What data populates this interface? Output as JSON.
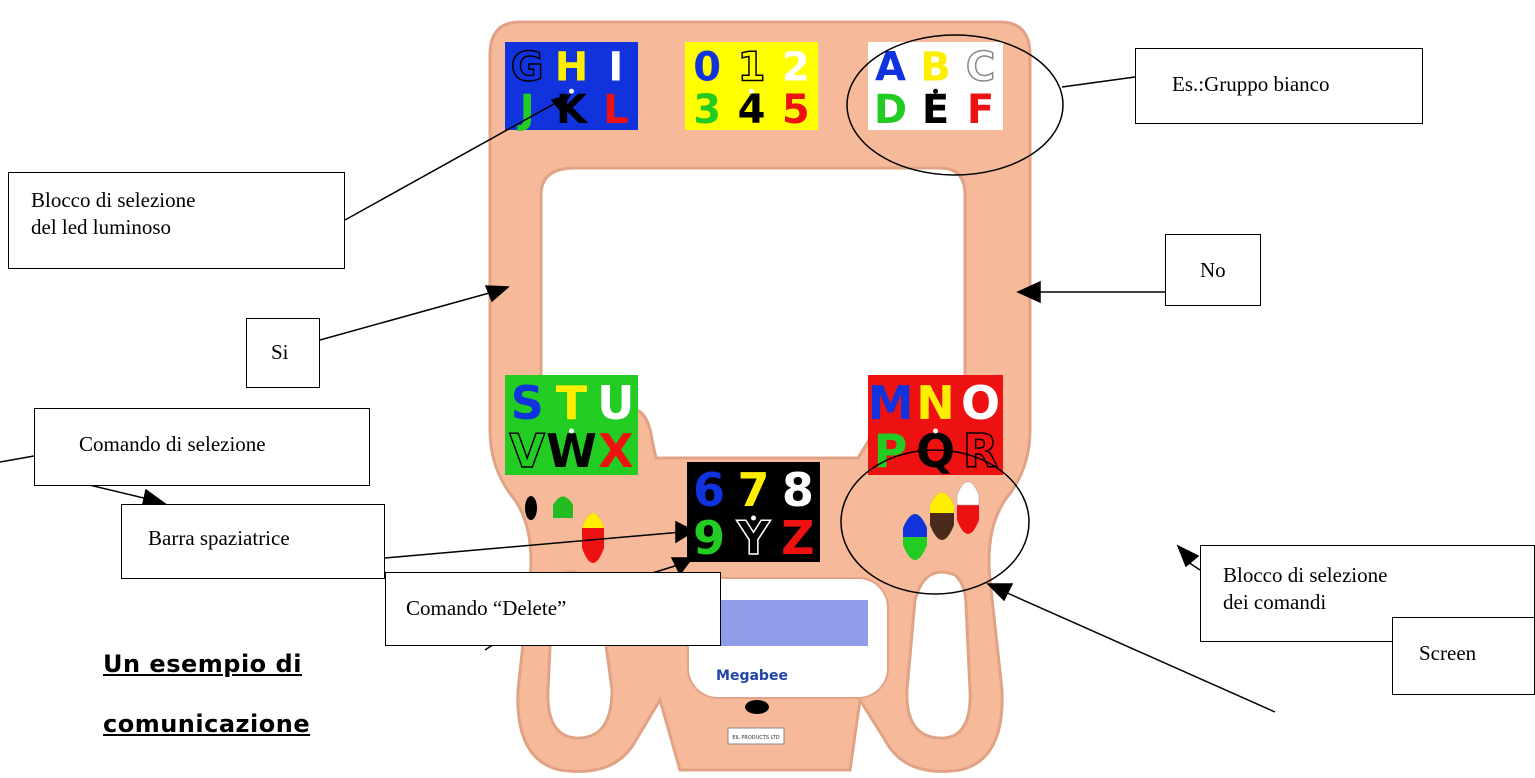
{
  "device": {
    "brand": "Megabee",
    "maker": "EIL PRODUCTS LTD",
    "blocks": {
      "top_left": {
        "bg": "#1133dd",
        "letters": [
          "G",
          "H",
          "I",
          "J",
          "K",
          "L"
        ],
        "colors": [
          "#1133dd",
          "#ffee00",
          "#ffffff",
          "#22cc22",
          "#000000",
          "#ee1111"
        ]
      },
      "top_middle": {
        "bg": "#ffff00",
        "letters": [
          "0",
          "1",
          "2",
          "3",
          "4",
          "5"
        ],
        "colors": [
          "#1133dd",
          "#ffff00",
          "#ffffff",
          "#22cc22",
          "#000000",
          "#ee1111"
        ]
      },
      "top_right": {
        "bg": "#ffffff",
        "letters": [
          "A",
          "B",
          "C",
          "D",
          "E",
          "F"
        ],
        "colors": [
          "#1133dd",
          "#ffee00",
          "#ffffff",
          "#22cc22",
          "#000000",
          "#ee1111"
        ]
      },
      "mid_left": {
        "bg": "#22cc22",
        "letters": [
          "S",
          "T",
          "U",
          "V",
          "W",
          "X"
        ],
        "colors": [
          "#1133dd",
          "#ffee00",
          "#ffffff",
          "#22cc22",
          "#000000",
          "#ee1111"
        ]
      },
      "mid_right": {
        "bg": "#ee1111",
        "letters": [
          "M",
          "N",
          "O",
          "P",
          "Q",
          "R"
        ],
        "colors": [
          "#1133dd",
          "#ffee00",
          "#ffffff",
          "#22cc22",
          "#000000",
          "#ee1111"
        ]
      },
      "bottom_center": {
        "bg": "#000000",
        "letters": [
          "6",
          "7",
          "8",
          "9",
          "Y",
          "Z"
        ],
        "colors": [
          "#1133dd",
          "#ffee00",
          "#ffffff",
          "#22cc22",
          "#000000",
          "#ee1111"
        ]
      }
    },
    "colors": {
      "body": "#f6b99a",
      "outline": "#d99a7b",
      "screen": "#8f9de8"
    }
  },
  "labels": {
    "gruppo_bianco": "Es.:Gruppo bianco",
    "blocco_led_1": "Blocco di selezione",
    "blocco_led_2": "del led luminoso",
    "no": "No",
    "si": "Si",
    "comando_selezione": "Comando di selezione",
    "barra_spaziatrice": "Barra spaziatrice",
    "delete": "Comando “Delete”",
    "blocco_comandi_1": "Blocco di selezione",
    "blocco_comandi_2": "dei comandi",
    "screen": "Screen"
  },
  "title": {
    "line1": "Un esempio di",
    "line2": "comunicazione"
  }
}
